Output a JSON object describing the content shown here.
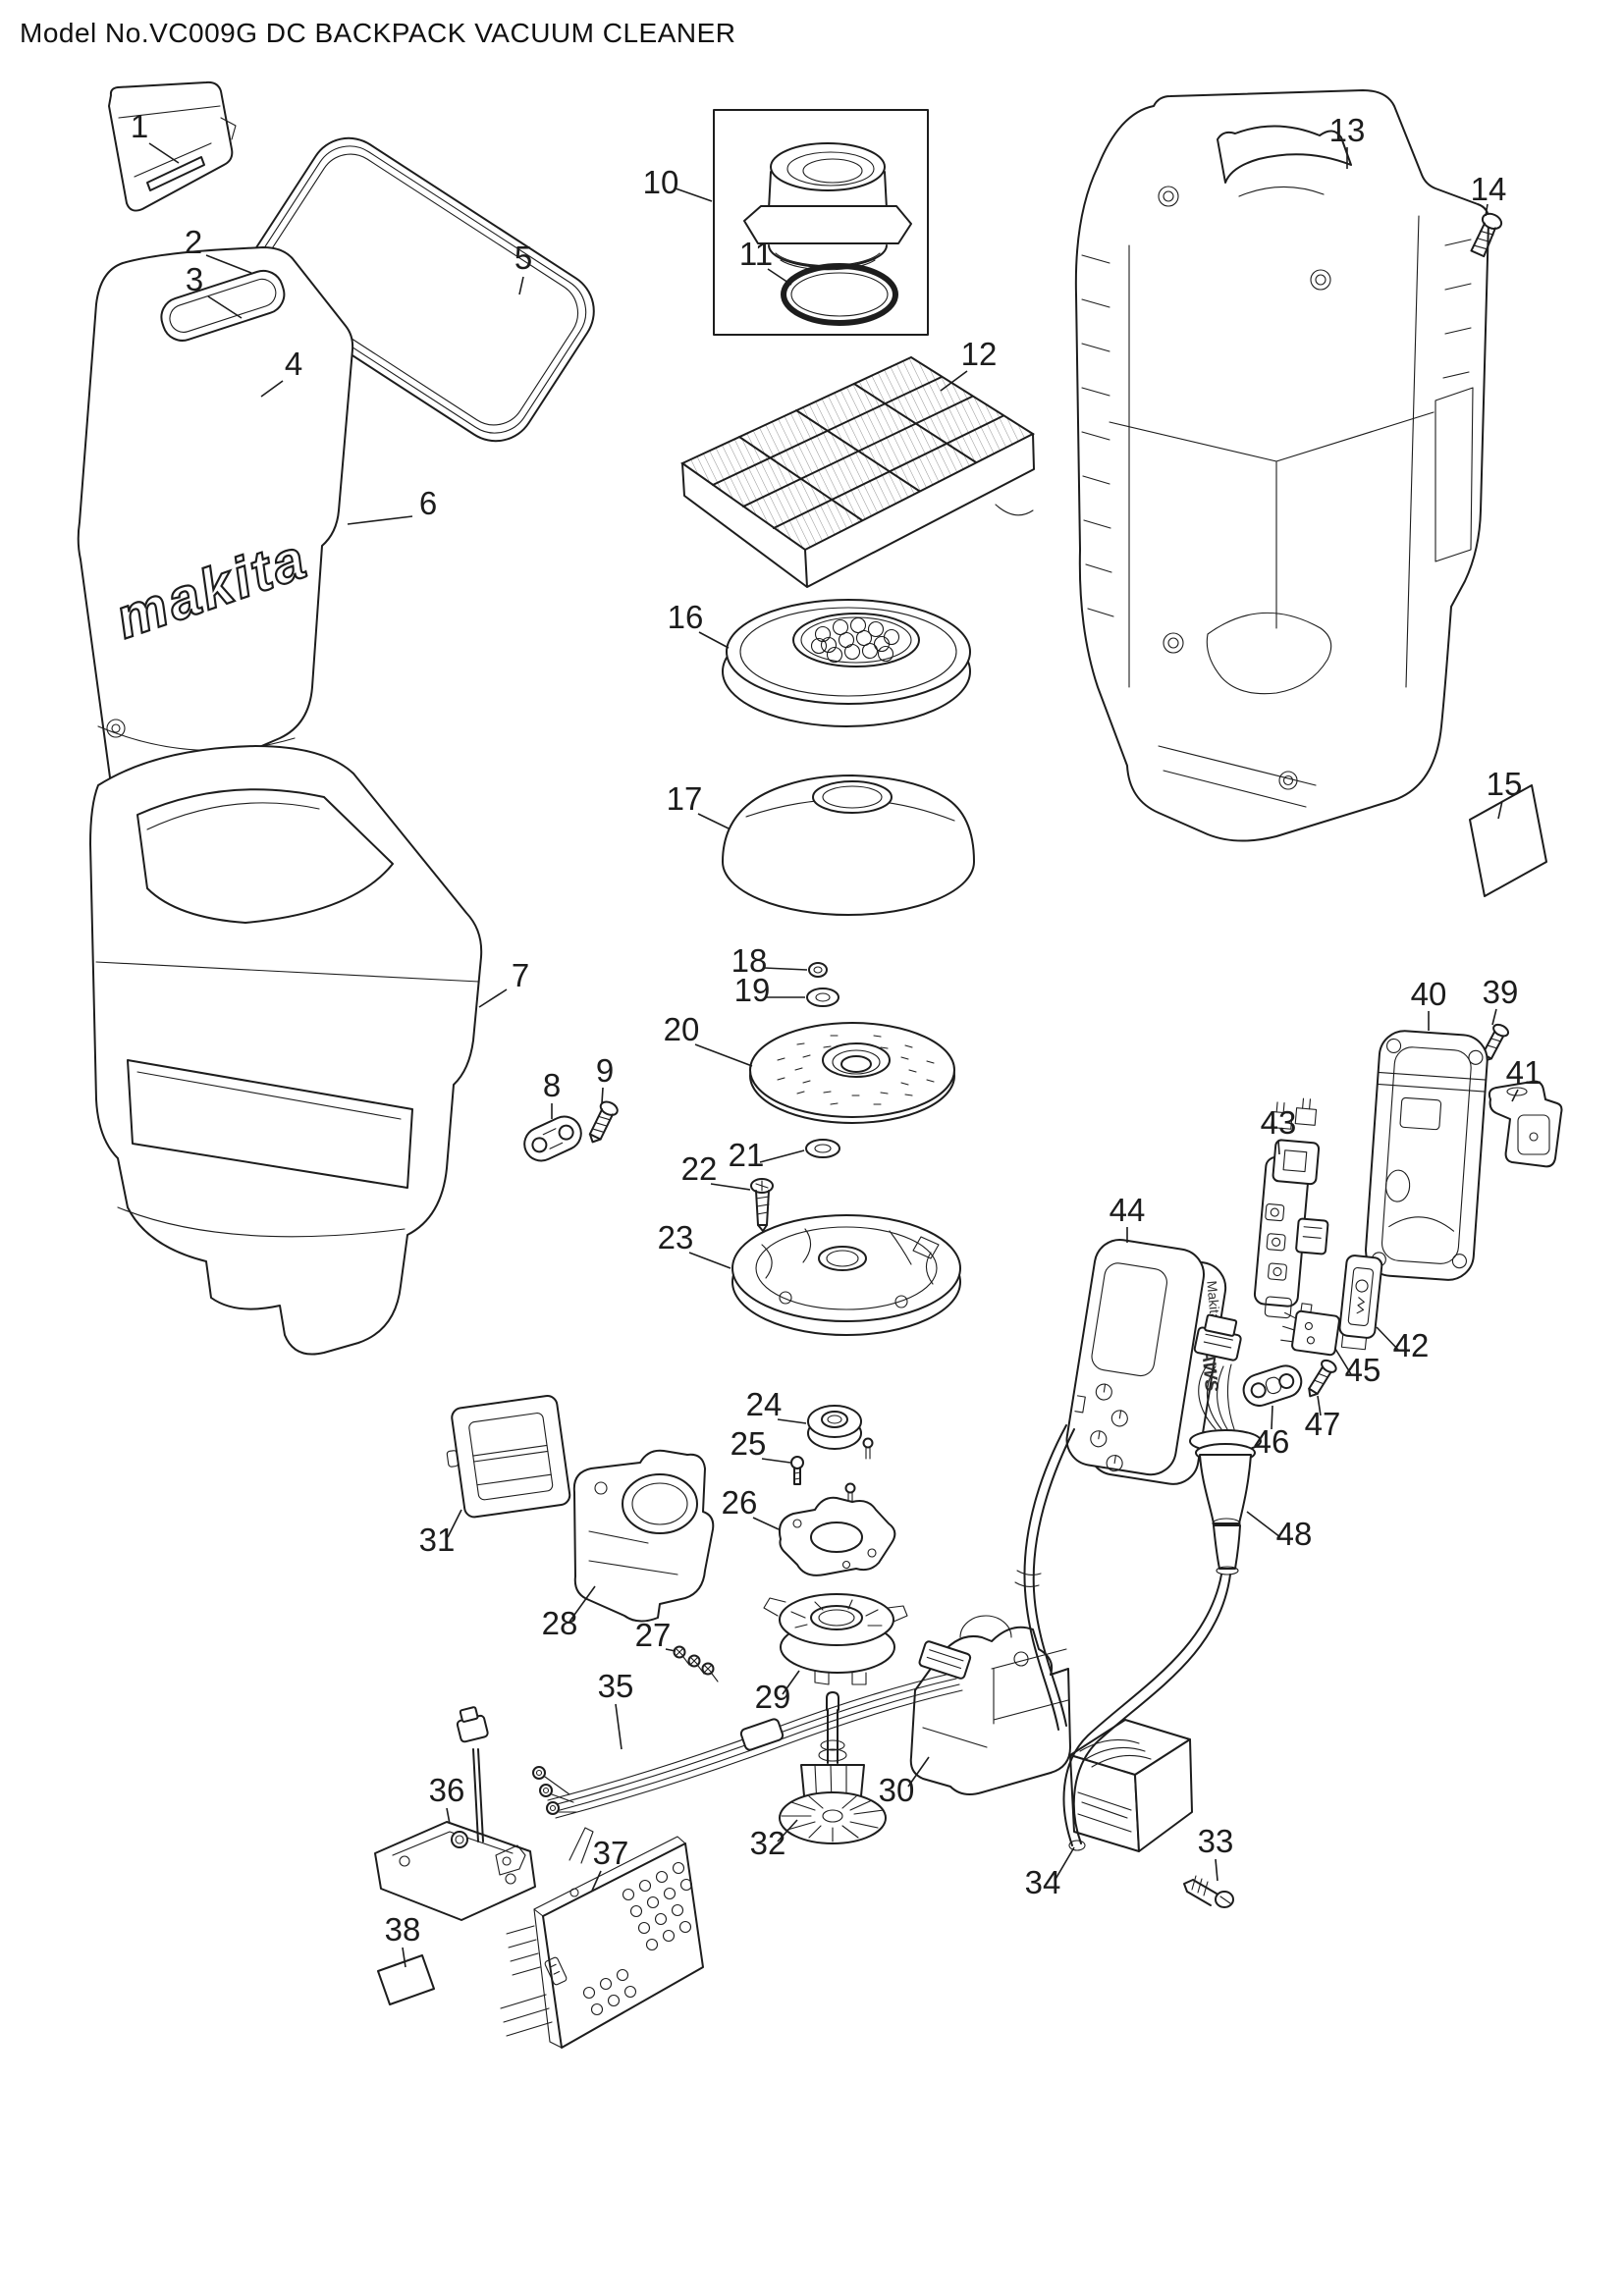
{
  "title": "Model No.VC009G DC BACKPACK VACUUM CLEANER",
  "brand": {
    "cover_logo": "makita",
    "remote_logo": "Makita",
    "remote_badge": "AWS"
  },
  "colors": {
    "line": "#1d1d1d",
    "background": "#ffffff"
  },
  "part_labels": [
    "1",
    "2",
    "3",
    "4",
    "5",
    "6",
    "7",
    "8",
    "9",
    "10",
    "11",
    "12",
    "13",
    "14",
    "15",
    "16",
    "17",
    "18",
    "19",
    "20",
    "21",
    "22",
    "23",
    "24",
    "25",
    "26",
    "27",
    "28",
    "29",
    "30",
    "31",
    "32",
    "33",
    "34",
    "35",
    "36",
    "37",
    "38",
    "39",
    "40",
    "41",
    "42",
    "43",
    "44",
    "45",
    "46",
    "47",
    "48"
  ]
}
